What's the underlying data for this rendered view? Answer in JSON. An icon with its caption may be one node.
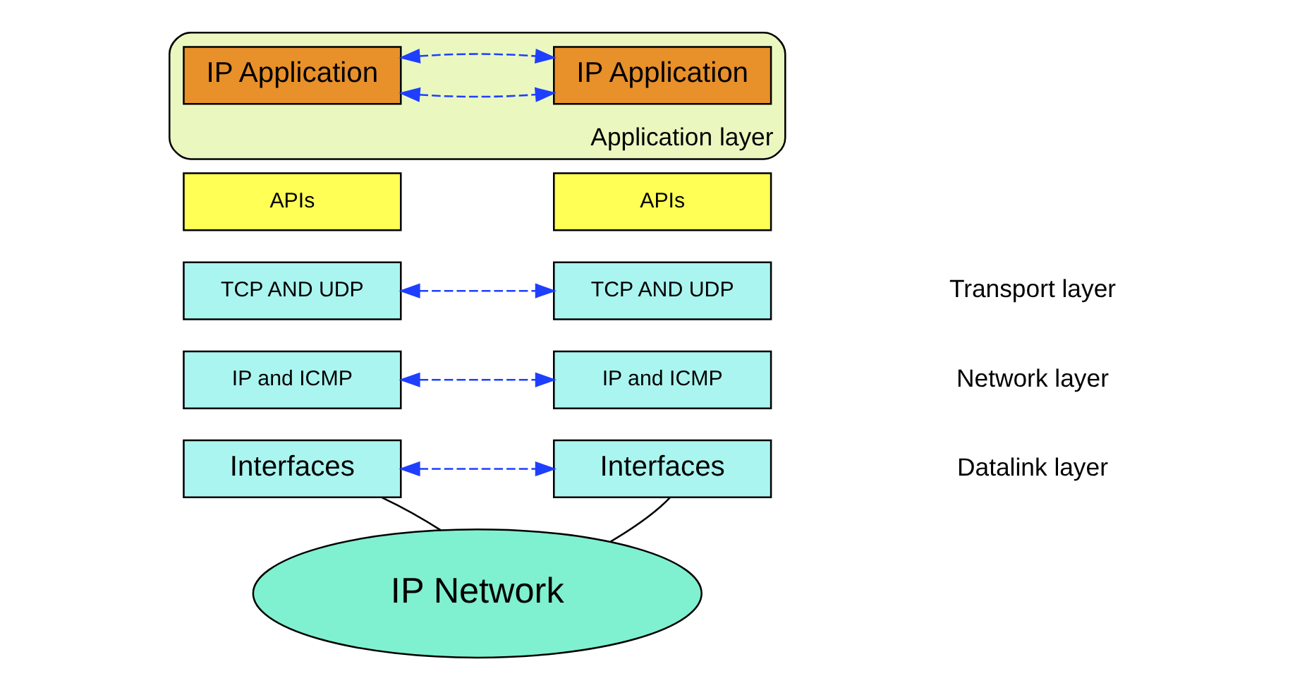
{
  "diagram": {
    "nodes": [
      {
        "text": [
          "Application layer"
        ]
      },
      {
        "text": [
          "IP Application"
        ],
        "in": 0
      },
      {
        "text": [
          "IP Application"
        ],
        "in": 0
      },
      {
        "text": [
          "APIs"
        ]
      },
      {
        "text": [
          "APIs"
        ]
      },
      {
        "text": [
          "TCP AND UDP"
        ]
      },
      {
        "text": [
          "TCP AND UDP"
        ]
      },
      {
        "text": [
          "IP and ICMP"
        ]
      },
      {
        "text": [
          "IP and ICMP"
        ]
      },
      {
        "text": [
          "Interfaces"
        ]
      },
      {
        "text": [
          "Interfaces"
        ]
      },
      {
        "text": [
          "IP Network"
        ]
      }
    ],
    "edges": [
      {
        "from": 1,
        "to": 2,
        "arrow": "both",
        "style": "dashed",
        "color": "#1f3fff"
      },
      {
        "from": 5,
        "to": 6,
        "arrow": "both",
        "style": "dashed",
        "color": "#1f3fff"
      },
      {
        "from": 7,
        "to": 8,
        "arrow": "both",
        "style": "dashed",
        "color": "#1f3fff"
      },
      {
        "from": 9,
        "to": 10,
        "arrow": "both",
        "style": "dashed",
        "color": "#1f3fff"
      },
      {
        "from": 9,
        "to": 11,
        "arrow": "none",
        "color": "#000000"
      },
      {
        "from": 10,
        "to": 11,
        "arrow": "none",
        "color": "#000000"
      },
      {
        "from": 1,
        "to": 2,
        "arrow": "both",
        "style": "dashed",
        "color": "#1f3fff"
      }
    ],
    "labels": [
      "Transport layer",
      "Network layer",
      "Datalink layer"
    ]
  }
}
